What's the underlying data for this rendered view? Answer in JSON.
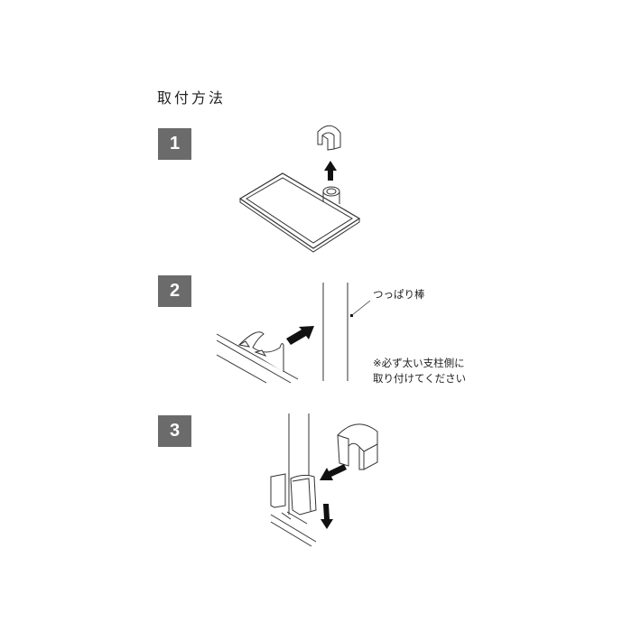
{
  "title": "取付方法",
  "steps": [
    {
      "number": "1"
    },
    {
      "number": "2"
    },
    {
      "number": "3"
    }
  ],
  "labels": {
    "pole": "つっぱり棒",
    "note_line1": "※必ず太い支柱側に",
    "note_line2": "取り付けてください"
  }
}
